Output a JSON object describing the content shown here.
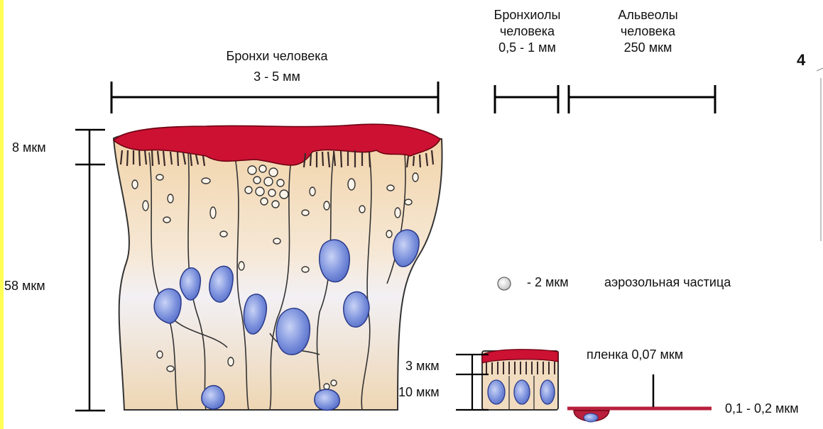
{
  "figure_number": "4",
  "bronchi": {
    "title": "Бронхи человека",
    "size": "3 - 5 мм",
    "mucus_thickness": "8 мкм",
    "epithelium_height": "58 мкм"
  },
  "bronchioles": {
    "title_line1": "Бронхиолы",
    "title_line2": "человека",
    "size": "0,5 - 1 мм",
    "mucus_thickness": "3 мкм",
    "epithelium_height": "10 мкм"
  },
  "alveoli": {
    "title_line1": "Альвеолы",
    "title_line2": "человека",
    "size": "250 мкм",
    "film_label": "пленка 0,07 мкм",
    "wall_thickness": "0,1 - 0,2 мкм"
  },
  "particle": {
    "size": "- 2 мкм",
    "name": "аэрозольная частица"
  },
  "colors": {
    "mucus": "#cc1133",
    "cell_tissue": "#f3d9b0",
    "nucleus": "#6f86d8",
    "film": "#b8203c"
  }
}
